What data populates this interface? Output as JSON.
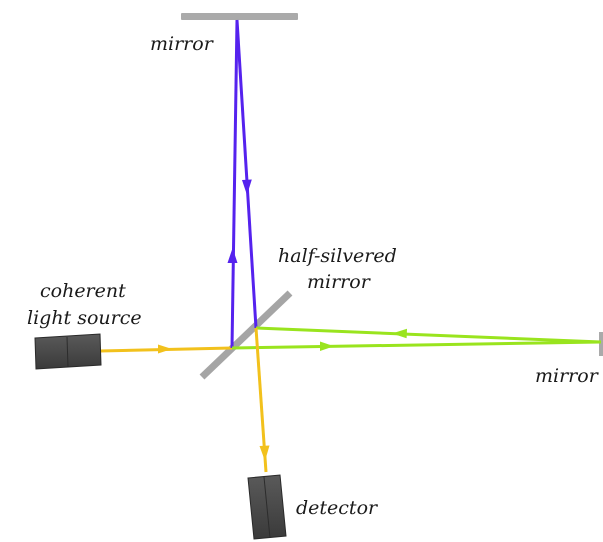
{
  "labels": {
    "top_mirror": "mirror",
    "right_mirror": "mirror",
    "half_silvered_line1": "half-silvered",
    "half_silvered_line2": "mirror",
    "source_line1": "coherent",
    "source_line2": "light source",
    "detector": "detector"
  },
  "colors": {
    "source_beam": "#f2c11c",
    "vertical_arm_beam": "#5522ee",
    "horizontal_arm_beam": "#99e41e",
    "mirror": "#aaaaaa",
    "device_body": "#4a4a4a"
  }
}
